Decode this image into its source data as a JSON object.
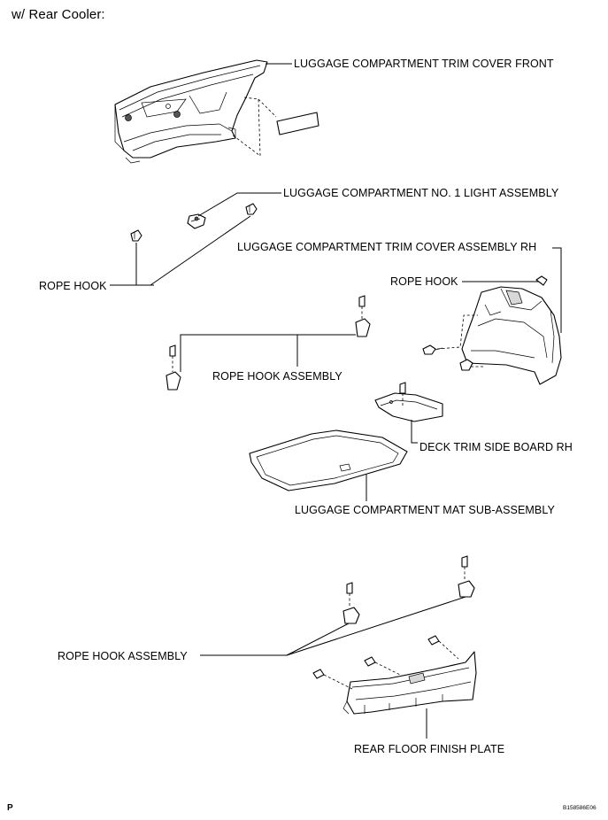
{
  "caption": "w/ Rear Cooler:",
  "labels": {
    "trim_cover_front": "LUGGAGE COMPARTMENT TRIM COVER FRONT",
    "light_assembly": "LUGGAGE COMPARTMENT NO. 1 LIGHT ASSEMBLY",
    "trim_cover_rh": "LUGGAGE COMPARTMENT TRIM COVER ASSEMBLY RH",
    "rope_hook_left": "ROPE HOOK",
    "rope_hook_right": "ROPE HOOK",
    "rope_hook_assembly_upper": "ROPE HOOK ASSEMBLY",
    "deck_trim_side_board": "DECK TRIM SIDE BOARD RH",
    "mat_sub_assembly": "LUGGAGE COMPARTMENT MAT SUB-ASSEMBLY",
    "rope_hook_assembly_lower": "ROPE HOOK ASSEMBLY",
    "rear_floor_finish_plate": "REAR FLOOR FINISH PLATE"
  },
  "footer": {
    "page_letter": "P",
    "figure_code": "B158586E06"
  }
}
